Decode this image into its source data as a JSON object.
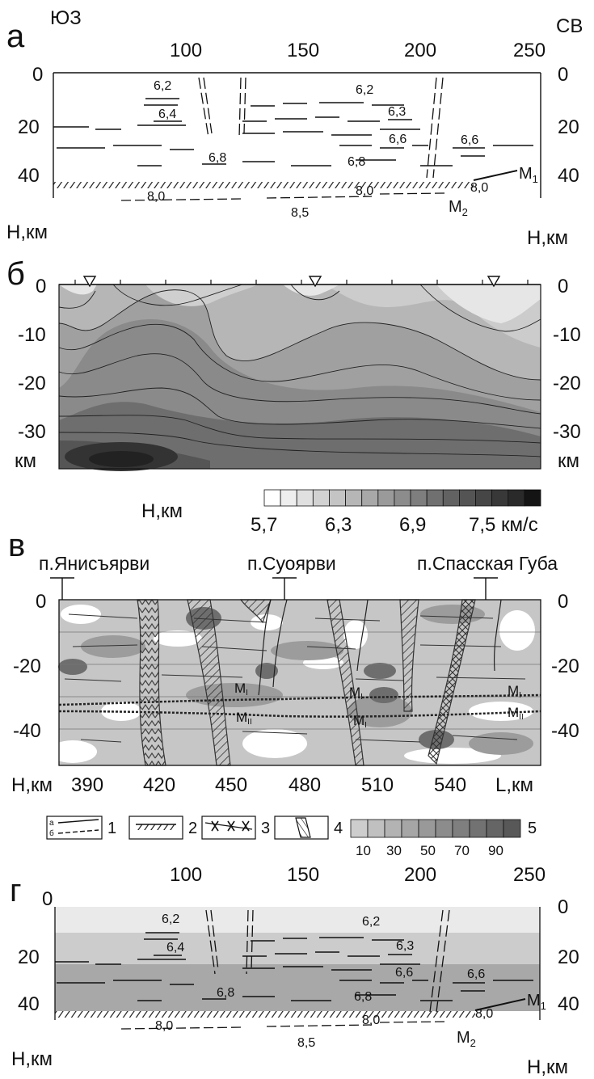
{
  "panels": {
    "a": {
      "letter": "а",
      "sw": "ЮЗ",
      "ne": "СВ",
      "x_ticks": [
        "100",
        "150",
        "200",
        "250"
      ],
      "depth_ticks": [
        "0",
        "20",
        "40"
      ],
      "h_label": "Н,км",
      "velocities": [
        "6,2",
        "6,4",
        "6,8",
        "6,2",
        "6,3",
        "6,6",
        "6,8",
        "6,6",
        "8,0",
        "8,0",
        "8,0",
        "8,5"
      ],
      "moho_upper": "M",
      "moho_upper_sub": "1",
      "moho_lower": "M",
      "moho_lower_sub": "2"
    },
    "b": {
      "letter": "б",
      "depth_ticks": [
        "0",
        "-10",
        "-20",
        "-30"
      ],
      "unit": "км",
      "colorbar_h_label": "Н,км",
      "colorbar_ticks": [
        "5,7",
        "6,3",
        "6,9",
        "7,5 км/с"
      ],
      "colorbar_colors": [
        "#ffffff",
        "#eeeeee",
        "#e0e0e0",
        "#d2d2d2",
        "#c4c4c4",
        "#b6b6b6",
        "#a8a8a8",
        "#9a9a9a",
        "#8c8c8c",
        "#7e7e7e",
        "#707070",
        "#626262",
        "#545454",
        "#464646",
        "#383838",
        "#2a2a2a",
        "#141414"
      ]
    },
    "v": {
      "letter": "в",
      "places": [
        "п.Янисъярви",
        "п.Суоярви",
        "п.Спасская Губа"
      ],
      "depth_ticks": [
        "0",
        "-20",
        "-40"
      ],
      "x_ticks": [
        "390",
        "420",
        "450",
        "480",
        "510",
        "540"
      ],
      "h_label": "Н,км",
      "l_label": "L,км",
      "moho_label": "M",
      "moho_sub": "I",
      "moho_sub2": "II"
    },
    "g": {
      "letter": "г",
      "x_ticks": [
        "100",
        "150",
        "200",
        "250"
      ],
      "left_zero": "0",
      "depth_ticks": [
        "0",
        "20",
        "40"
      ],
      "h_label": "Н,км",
      "velocities": [
        "6,2",
        "6,4",
        "6,8",
        "6,2",
        "6,3",
        "6,6",
        "6,8",
        "6,6",
        "8,0",
        "8,0",
        "8,0",
        "8,5"
      ],
      "moho_upper": "M",
      "moho_upper_sub": "1",
      "moho_lower": "M",
      "moho_lower_sub": "2"
    }
  },
  "legend": {
    "ab_a": "а",
    "ab_b": "б",
    "items": [
      "1",
      "2",
      "3",
      "4"
    ],
    "hits_ticks": [
      "10",
      "30",
      "50",
      "70",
      "90"
    ],
    "hits_number": "5"
  }
}
